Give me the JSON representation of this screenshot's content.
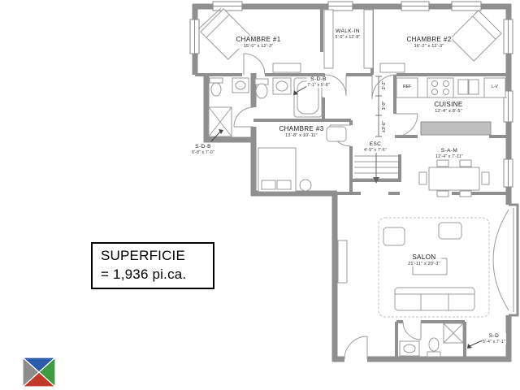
{
  "plan": {
    "rooms": {
      "chambre1": {
        "name": "CHAMBRE #1",
        "dims": "15'-0\" x 12'-3\""
      },
      "walkin": {
        "name": "WALK-IN",
        "dims": "5'-0\" x 12'-8\""
      },
      "chambre2": {
        "name": "CHAMBRE #2",
        "dims": "16'-2\" x 12'-3\""
      },
      "sdb_top": {
        "name": "S-D-B",
        "dims": "7'-1\" x 5'-8\""
      },
      "cuisine": {
        "name": "CUISINE",
        "dims": "12'-4\" x 8'-5\""
      },
      "chambre3": {
        "name": "CHAMBRE #3",
        "dims": "13'-8\" x 10'-11\""
      },
      "sdb_left": {
        "name": "S-D-B",
        "dims": "6'-8\" x 7'-0\""
      },
      "esc": {
        "name": "ESC",
        "dims": "4'-9\" x 7'-6\""
      },
      "sam": {
        "name": "S-A-M",
        "dims": "12'-4\" x 7'-11\""
      },
      "salon": {
        "name": "SALON",
        "dims": "21'-11\" x 20'-3\""
      },
      "sd_bottom": {
        "name": "S-D",
        "dims": "5'-4\" x 7'-1\""
      }
    },
    "appliances": {
      "fridge": "REF",
      "dishwasher": "L-V"
    },
    "dimension_notes": [
      "3'-2\"",
      "3'-0\"",
      "±3'-6\""
    ],
    "area_box": {
      "line1": "SUPERFICIE",
      "line2": "= 1,936 pi.ca."
    },
    "colors": {
      "wall": "#8f8f8f",
      "logo_blue": "#2a5caa",
      "logo_green": "#3f9b3f",
      "logo_red": "#c0392b",
      "logo_gray": "#8c8c8c"
    }
  }
}
